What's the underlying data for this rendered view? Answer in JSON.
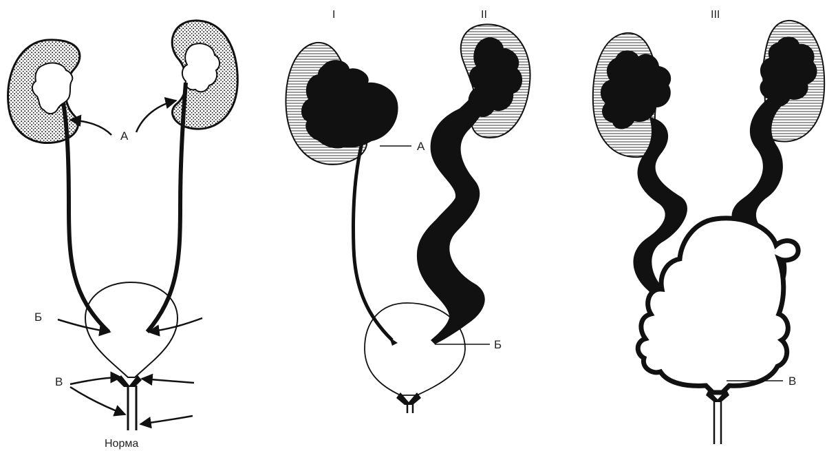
{
  "labels": {
    "a_left": "А",
    "a_mid": "А",
    "b_left": "Б",
    "b_mid": "Б",
    "v_left": "В",
    "v_right": "В",
    "roman_1": "I",
    "roman_2": "II",
    "roman_3": "III",
    "caption_normal": "Норма"
  },
  "colors": {
    "ink": "#1a1a1a",
    "paper": "#ffffff"
  }
}
